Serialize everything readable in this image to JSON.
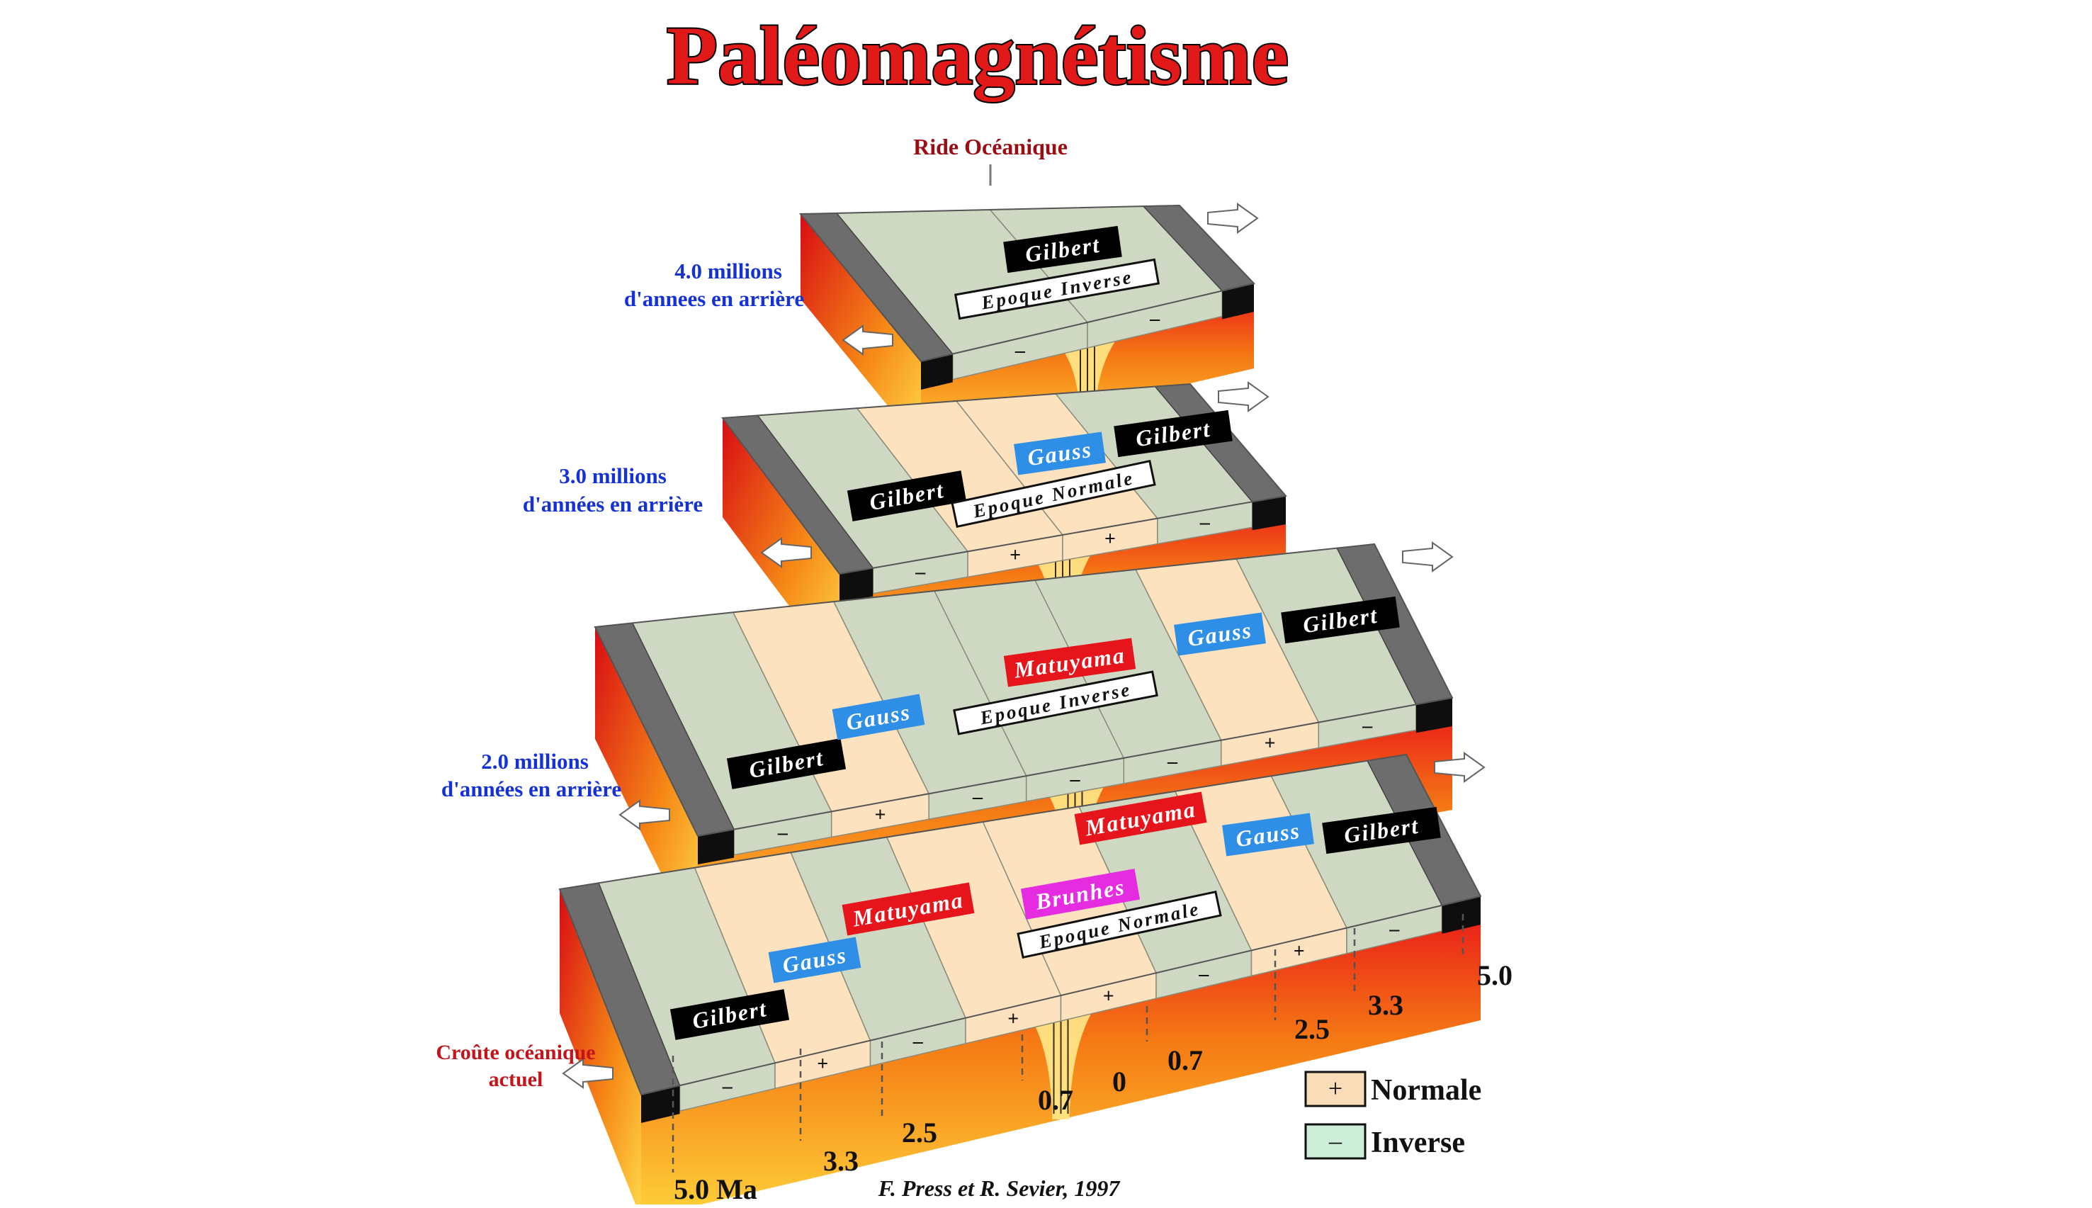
{
  "title": "Paléomagnétisme",
  "ridge_label": "Ride Océanique",
  "present_label": [
    "Croûte océanique",
    "actuel"
  ],
  "credit": "F. Press et R. Sevier, 1997",
  "chron_colors": {
    "Gilbert": "#000000",
    "Gauss": "#2f8fe6",
    "Matuyama": "#e5151b",
    "Brunhes": "#e52ce0"
  },
  "legend": [
    {
      "symbol": "+",
      "label": "Normale",
      "color": "#fbdcb8"
    },
    {
      "symbol": "–",
      "label": "Inverse",
      "color": "#cdeed8"
    }
  ],
  "blocks": [
    {
      "time_label": [
        "4.0 millions",
        "d'annees en arrière"
      ],
      "epoch_label": "Epoque Inverse",
      "stripes": [
        {
          "polarity": "inverse",
          "sign": "–"
        },
        {
          "polarity": "inverse",
          "sign": "–"
        }
      ],
      "chrons": [
        "Gilbert"
      ]
    },
    {
      "time_label": [
        "3.0 millions",
        "d'années en arrière"
      ],
      "epoch_label": "Epoque Normale",
      "stripes": [
        {
          "polarity": "inverse",
          "sign": "–"
        },
        {
          "polarity": "normal",
          "sign": "+"
        },
        {
          "polarity": "normal",
          "sign": "+"
        },
        {
          "polarity": "inverse",
          "sign": "–"
        }
      ],
      "chrons": [
        "Gilbert",
        "Gauss",
        "Gilbert"
      ]
    },
    {
      "time_label": [
        "2.0 millions",
        "d'années en arrière"
      ],
      "epoch_label": "Epoque Inverse",
      "stripes": [
        {
          "polarity": "inverse",
          "sign": "–"
        },
        {
          "polarity": "normal",
          "sign": "+"
        },
        {
          "polarity": "inverse",
          "sign": "–"
        },
        {
          "polarity": "inverse",
          "sign": "–"
        },
        {
          "polarity": "inverse",
          "sign": "–"
        },
        {
          "polarity": "normal",
          "sign": "+"
        },
        {
          "polarity": "inverse",
          "sign": "–"
        }
      ],
      "chrons": [
        "Gilbert",
        "Gauss",
        "Matuyama",
        "Gauss",
        "Gilbert"
      ]
    },
    {
      "time_label": [],
      "epoch_label": "Epoque Normale",
      "stripes": [
        {
          "polarity": "inverse",
          "sign": "–"
        },
        {
          "polarity": "normal",
          "sign": "+"
        },
        {
          "polarity": "inverse",
          "sign": "–"
        },
        {
          "polarity": "normal",
          "sign": "+"
        },
        {
          "polarity": "normal",
          "sign": "+"
        },
        {
          "polarity": "inverse",
          "sign": "–"
        },
        {
          "polarity": "normal",
          "sign": "+"
        },
        {
          "polarity": "inverse",
          "sign": "–"
        }
      ],
      "chrons": [
        "Gilbert",
        "Gauss",
        "Matuyama",
        "Brunhes",
        "Matuyama",
        "Gauss",
        "Gilbert"
      ]
    }
  ],
  "age_labels_left": [
    "5.0 Ma",
    "3.3",
    "2.5",
    "0.7"
  ],
  "age_label_center": "0",
  "age_labels_right": [
    "0.7",
    "2.5",
    "3.3",
    "5.0"
  ]
}
